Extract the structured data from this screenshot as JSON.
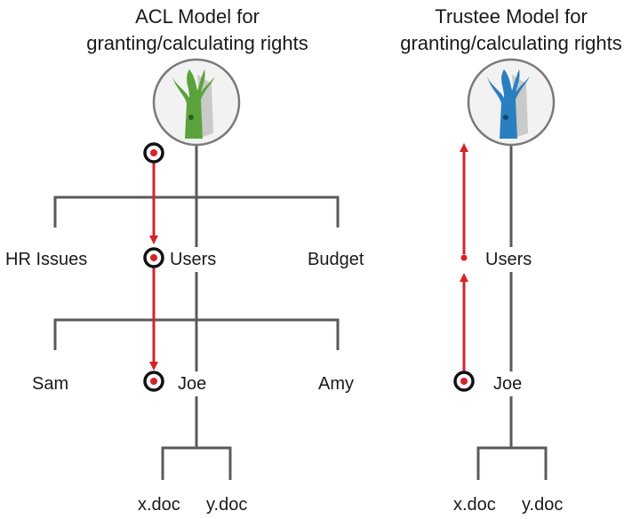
{
  "colors": {
    "line": "#5a5a5a",
    "arrow": "#d7222a",
    "marker_ring": "#111111",
    "acl_tree": "#5aa33c",
    "trustee_tree": "#2a7fc0",
    "badge_fill": "#f1f2f1",
    "badge_stroke": "#7a7a7a"
  },
  "acl": {
    "title_line1": "ACL Model for",
    "title_line2": "granting/calculating rights",
    "tree_icon": "tree-icon",
    "level1": [
      "HR Issues",
      "Users",
      "Budget"
    ],
    "level2": [
      "Sam",
      "Joe",
      "Amy"
    ],
    "level3": [
      "x.doc",
      "y.doc"
    ]
  },
  "trustee": {
    "title_line1": "Trustee Model for",
    "title_line2": "granting/calculating rights",
    "tree_icon": "tree-icon",
    "level1": [
      "Users"
    ],
    "level2": [
      "Joe"
    ],
    "level3": [
      "x.doc",
      "y.doc"
    ]
  }
}
